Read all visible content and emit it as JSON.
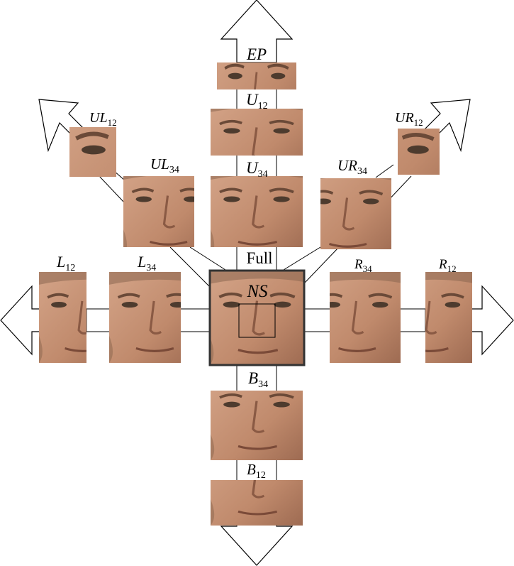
{
  "crops": [
    {
      "id": "EP",
      "label": "EP",
      "sub": ""
    },
    {
      "id": "U12",
      "label": "U",
      "sub": "12"
    },
    {
      "id": "U34",
      "label": "U",
      "sub": "34"
    },
    {
      "id": "UL12",
      "label": "UL",
      "sub": "12"
    },
    {
      "id": "UL34",
      "label": "UL",
      "sub": "34"
    },
    {
      "id": "UR12",
      "label": "UR",
      "sub": "12"
    },
    {
      "id": "UR34",
      "label": "UR",
      "sub": "34"
    },
    {
      "id": "L12",
      "label": "L",
      "sub": "12"
    },
    {
      "id": "L34",
      "label": "L",
      "sub": "34"
    },
    {
      "id": "R34",
      "label": "R",
      "sub": "34"
    },
    {
      "id": "R12",
      "label": "R",
      "sub": "12"
    },
    {
      "id": "B34",
      "label": "B",
      "sub": "34"
    },
    {
      "id": "B12",
      "label": "B",
      "sub": "12"
    }
  ],
  "center": {
    "full_label": "Full",
    "ns_label": "NS"
  },
  "colors": {
    "skin": "#c9957a",
    "skin_dark": "#a87358",
    "hair": "#7a5a44",
    "eye": "#5a4a3a",
    "frame": "#333333"
  }
}
